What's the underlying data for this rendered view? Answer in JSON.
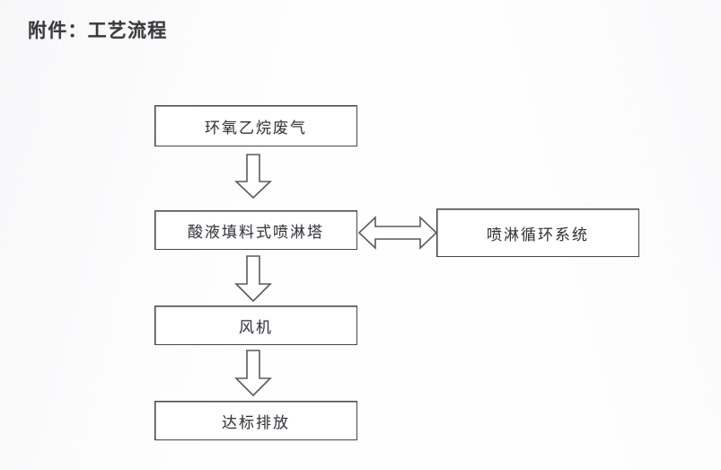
{
  "document": {
    "title": "附件：工艺流程"
  },
  "flow": {
    "type": "process-flow-diagram",
    "orientation": "vertical",
    "nodes": [
      {
        "id": "feed",
        "label": "环氧乙烷废气",
        "shape": "rectangle"
      },
      {
        "id": "scrubber",
        "label": "酸液填料式喷淋塔",
        "shape": "rectangle"
      },
      {
        "id": "recirc",
        "label": "喷淋循环系统",
        "shape": "rectangle"
      },
      {
        "id": "fan",
        "label": "风机",
        "shape": "rectangle"
      },
      {
        "id": "discharge",
        "label": "达标排放",
        "shape": "rectangle"
      }
    ],
    "connectors": [
      {
        "id": "feed-to-scrubber",
        "from": "feed",
        "to": "scrubber",
        "style": "block-arrow",
        "direction": "down",
        "heads": 1
      },
      {
        "id": "scrubber-to-fan",
        "from": "scrubber",
        "to": "fan",
        "style": "block-arrow",
        "direction": "down",
        "heads": 1
      },
      {
        "id": "fan-to-discharge",
        "from": "fan",
        "to": "discharge",
        "style": "block-arrow",
        "direction": "down",
        "heads": 1
      },
      {
        "id": "scrubber-recirc",
        "from": "scrubber",
        "to": "recirc",
        "style": "block-arrow",
        "direction": "bidirectional",
        "heads": 2
      }
    ]
  },
  "colors": {
    "page_background": "#fefefe",
    "ink": "#3b3b3e",
    "node_border": "#4a4a4e",
    "node_fill": "#ffffff",
    "arrow_stroke": "#5a5a5f"
  }
}
